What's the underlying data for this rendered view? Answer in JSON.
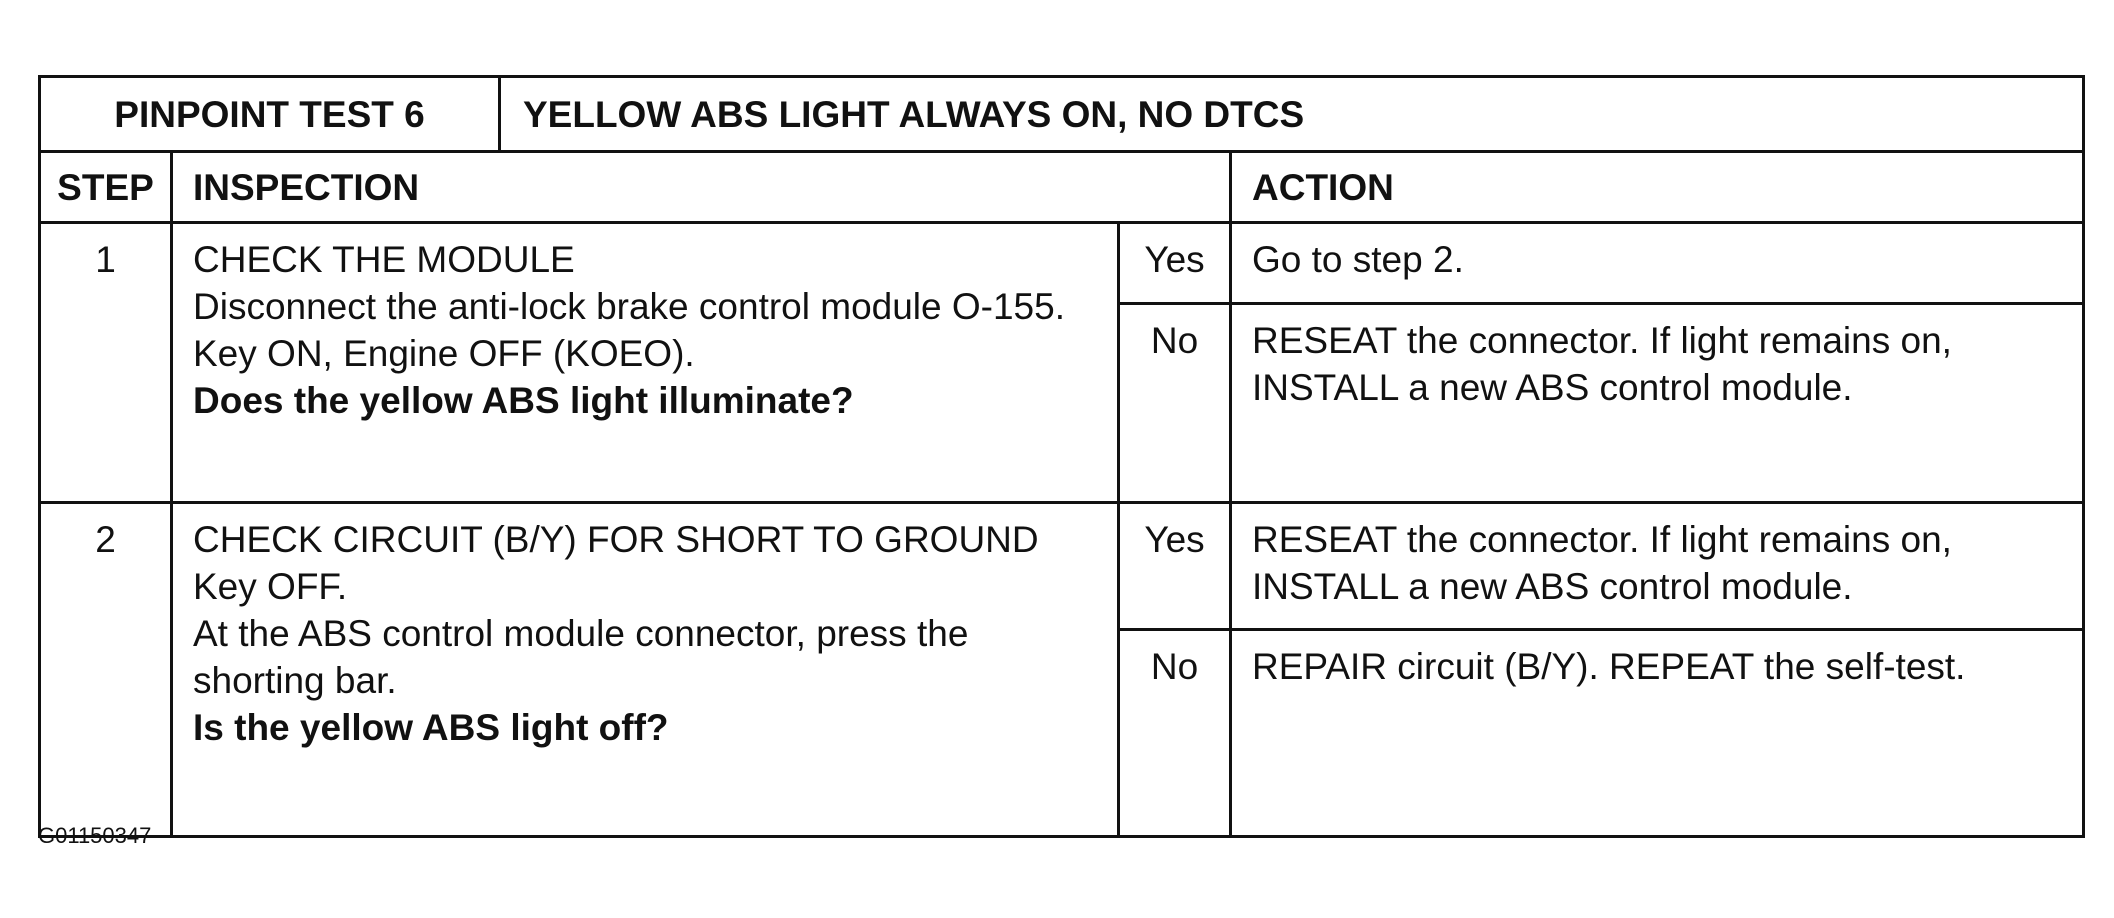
{
  "table": {
    "title_left": "PINPOINT TEST 6",
    "title_right": "YELLOW ABS LIGHT ALWAYS ON, NO DTCS",
    "headers": {
      "step": "STEP",
      "inspection": "INSPECTION",
      "action": "ACTION"
    },
    "steps": [
      {
        "number": "1",
        "inspection_lines": [
          "CHECK THE MODULE",
          "Disconnect the anti-lock brake control module O-155.",
          "Key ON, Engine OFF (KOEO)."
        ],
        "question": "Does the yellow ABS light illuminate?",
        "answers": [
          {
            "label": "Yes",
            "action": "Go to step 2."
          },
          {
            "label": "No",
            "action": "RESEAT the connector.  If light remains on, INSTALL a new ABS control module."
          }
        ]
      },
      {
        "number": "2",
        "inspection_lines": [
          "CHECK CIRCUIT (B/Y) FOR SHORT TO GROUND",
          "Key OFF.",
          "At the ABS control module connector, press the shorting bar."
        ],
        "question": "Is the yellow ABS light off?",
        "answers": [
          {
            "label": "Yes",
            "action": "RESEAT the connector.  If light remains on, INSTALL a new ABS control module."
          },
          {
            "label": "No",
            "action": "REPAIR circuit (B/Y). REPEAT the self-test."
          }
        ]
      }
    ]
  },
  "figure_id": "G01150347"
}
